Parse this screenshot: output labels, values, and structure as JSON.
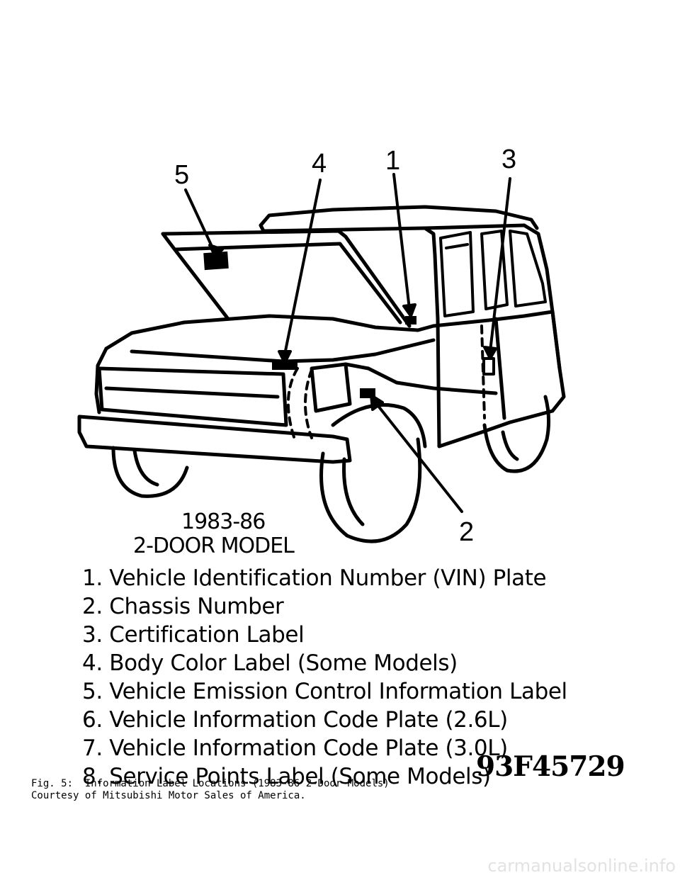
{
  "figure": {
    "callouts": [
      "5",
      "4",
      "1",
      "3",
      "2"
    ],
    "model_year": "1983-86",
    "model_name": "2-DOOR MODEL",
    "legend": [
      "1. Vehicle Identification Number (VIN) Plate",
      "2. Chassis Number",
      "3. Certification Label",
      "4. Body Color Label (Some Models)",
      "5. Vehicle Emission Control Information Label",
      "6. Vehicle Information Code Plate (2.6L)",
      "7. Vehicle Information Code Plate (3.0L)",
      "8. Service Points Label (Some Models)"
    ],
    "figure_code": "93F45729"
  },
  "caption": {
    "line1": "Fig. 5:  Information Label Locations (1983-86 2-Door Models)",
    "line2": "Courtesy of Mitsubishi Motor Sales of America."
  },
  "watermark": "carmanualsonline.info"
}
